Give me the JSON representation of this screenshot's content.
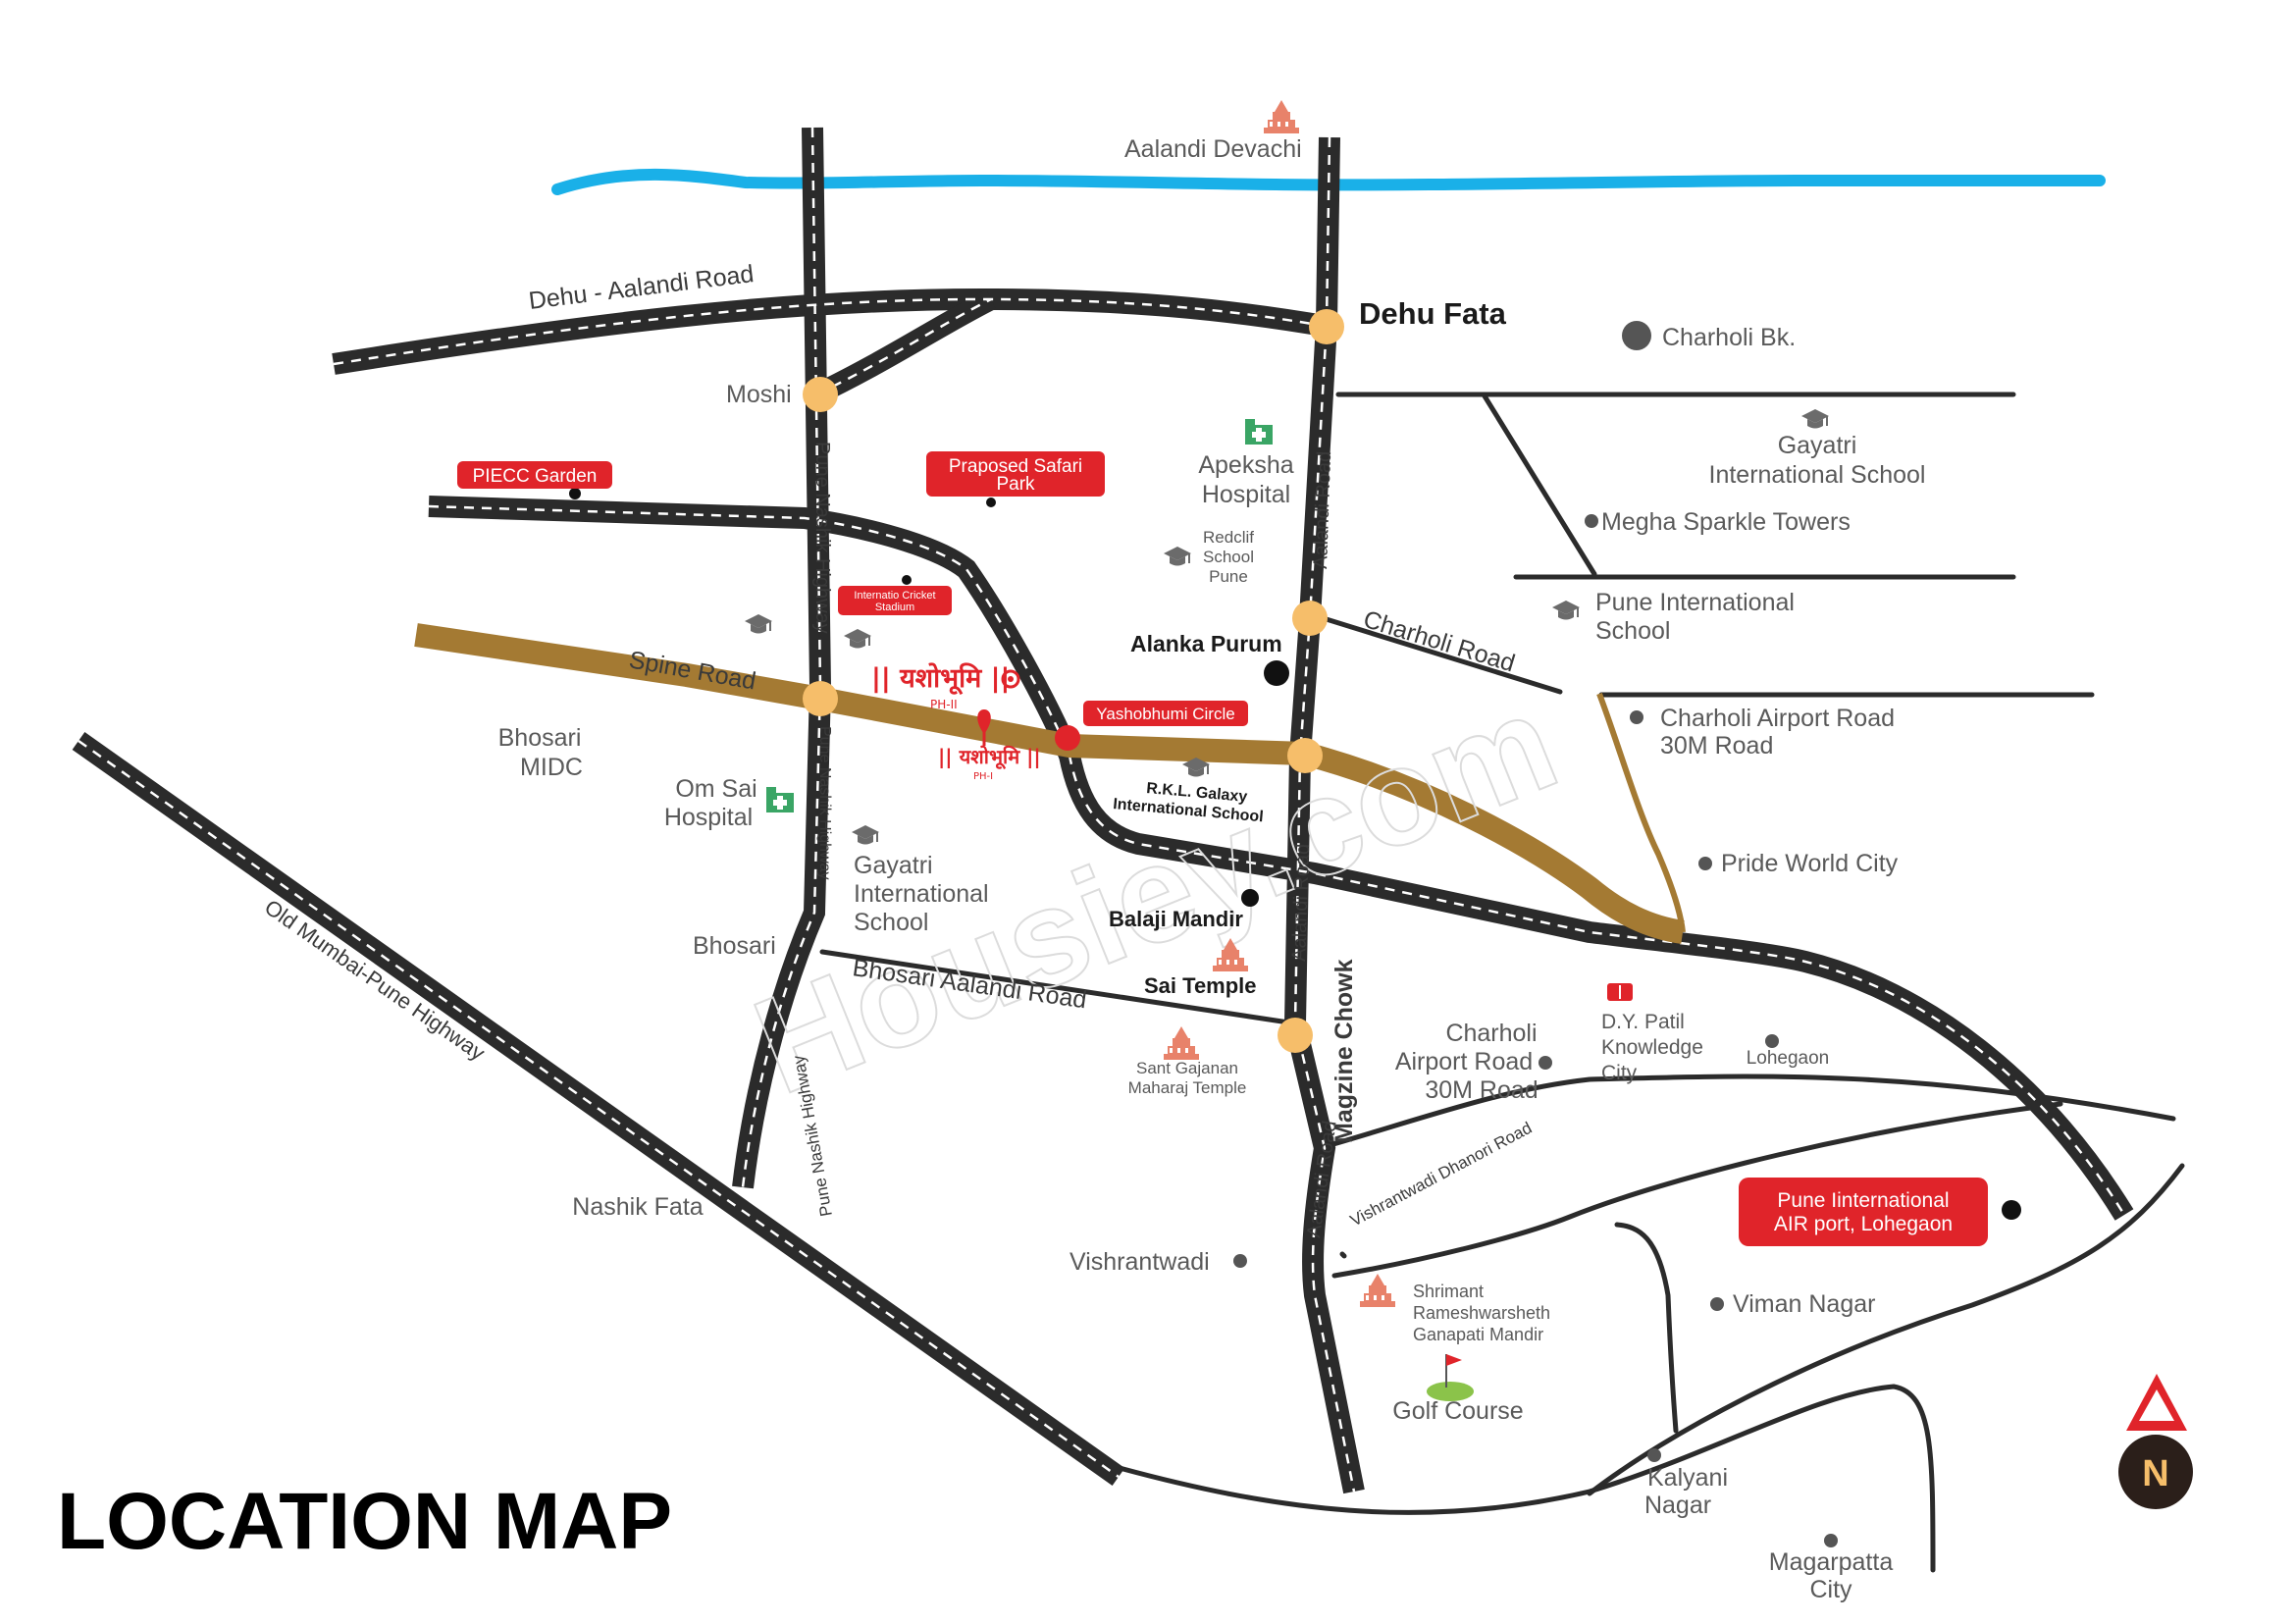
{
  "map": {
    "title": "LOCATION MAP",
    "watermark": "Housiey.com",
    "north_label": "N",
    "roads": {
      "dehu_aalandi": "Dehu - Aalandi Road",
      "pune_nashik_1": "Pune Nashik Highway",
      "pune_nashik_2": "Pune Nashik Highway",
      "pune_nashik_3": "Pune Nashik Highway",
      "aalandi_road_1": "Aalandi Road",
      "aalandi_road_2": "Aalandi Road",
      "aalandi_road_3": "Aalandi Road",
      "spine_road": "Spine Road",
      "charholi_road": "Charholi Road",
      "bhosari_aalandi": "Bhosari Aalandi Road",
      "old_mumbai_pune": "Old Mumbai-Pune Highway",
      "magzine_chowk": "Magzine Chowk",
      "vishrantwadi_dhanori": "Vishrantwadi Dhanori Road"
    },
    "places": {
      "aalandi_devachi": "Aalandi Devachi",
      "dehu_fata": "Dehu Fata",
      "charholi_bk": "Charholi Bk.",
      "moshi": "Moshi",
      "gayatri_school_1": "Gayatri",
      "gayatri_school_2": "International School",
      "megha_sparkle": "Megha Sparkle Towers",
      "apeksha_1": "Apeksha",
      "apeksha_2": "Hospital",
      "redclif_1": "Redclif",
      "redclif_2": "School",
      "redclif_3": "Pune",
      "pune_intl_school_1": "Pune International",
      "pune_intl_school_2": "School",
      "alanka_purum": "Alanka Purum",
      "charholi_airport_1": "Charholi Airport Road",
      "charholi_airport_2": "30M Road",
      "pride_world_city": "Pride World City",
      "bhosari_midc_1": "Bhosari",
      "bhosari_midc_2": "MIDC",
      "om_sai_1": "Om Sai",
      "om_sai_2": "Hospital",
      "gayatri_left_1": "Gayatri",
      "gayatri_left_2": "International",
      "gayatri_left_3": "School",
      "bhosari": "Bhosari",
      "balaji_mandir": "Balaji Mandir",
      "sai_temple": "Sai Temple",
      "rkl_1": "R.K.L. Galaxy",
      "rkl_2": "International School",
      "sant_gajanan_1": "Sant Gajanan",
      "sant_gajanan_2": "Maharaj Temple",
      "charholi_airport_b1": "Charholi",
      "charholi_airport_b2": "Airport Road",
      "charholi_airport_b3": "30M Road",
      "dy_patil_1": "D.Y. Patil",
      "dy_patil_2": "Knowledge",
      "dy_patil_3": "City",
      "lohegaon": "Lohegaon",
      "nashik_fata": "Nashik Fata",
      "vishrantwadi": "Vishrantwadi",
      "shrimant_1": "Shrimant",
      "shrimant_2": "Rameshwarsheth",
      "shrimant_3": "Ganapati Mandir",
      "golf_course": "Golf Course",
      "viman_nagar": "Viman Nagar",
      "kalyani_1": "Kalyani",
      "kalyani_2": "Nagar",
      "magarpatta_1": "Magarpatta",
      "magarpatta_2": "City"
    },
    "badges": {
      "piecc": "PIECC Garden",
      "safari_1": "Praposed Safari",
      "safari_2": "Park",
      "cricket_1": "Internatio Cricket",
      "cricket_2": "Stadium",
      "yashobhumi_circle": "Yashobhumi Circle",
      "airport_1": "Pune Iinternational",
      "airport_2": "AIR port, Lohegaon"
    },
    "project": {
      "ph2_name": "|| यशोभूमि ||",
      "ph2_tag": "PH-II",
      "ph1_name": "|| यशोभूमि ||",
      "ph1_tag": "PH-I"
    },
    "colors": {
      "road": "#2b2b2b",
      "spine": "#a47a33",
      "river": "#1ab0e8",
      "junction": "#f6be6a",
      "badge": "#e0242a",
      "icon_orange": "#e8826a",
      "icon_green": "#3aa565"
    }
  }
}
